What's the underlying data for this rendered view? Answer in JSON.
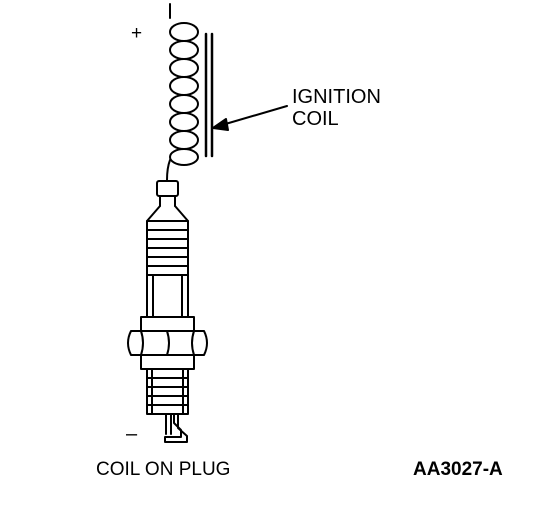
{
  "labels": {
    "plus_terminal": "+",
    "minus_terminal": "–",
    "coil_label_line1": "IGNITION",
    "coil_label_line2": "COIL",
    "caption": "COIL ON PLUG",
    "figure_code": "AA3027-A"
  },
  "colors": {
    "ink": "#000000",
    "background": "#ffffff"
  }
}
